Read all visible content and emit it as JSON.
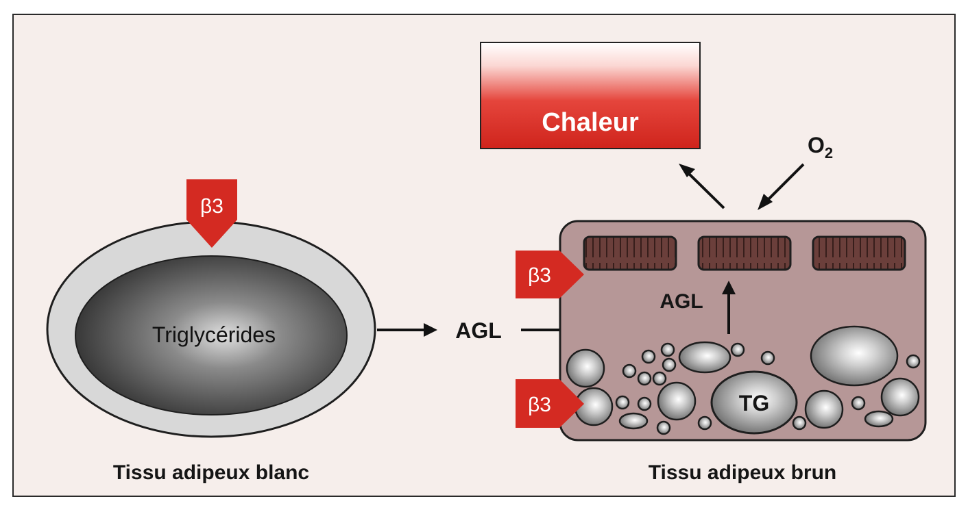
{
  "heat_box": {
    "label": "Chaleur"
  },
  "oxygen": {
    "label": "O",
    "subscript": "2"
  },
  "white_adipose": {
    "core_label": "Triglycérides",
    "receptor_label": "β3",
    "caption": "Tissu adipeux blanc"
  },
  "brown_adipose": {
    "receptor_label_top": "β3",
    "receptor_label_bottom": "β3",
    "agl_inner_label": "AGL",
    "droplet_label": "TG",
    "caption": "Tissu adipeux brun"
  },
  "flow": {
    "agl_label": "AGL"
  },
  "colors": {
    "receptor_red": "#d42a22",
    "heat_red": "#d82820",
    "brown_cell": "#b69797",
    "mitochondria": "#6a3e3a",
    "frame_bg": "#f6eeeb"
  }
}
